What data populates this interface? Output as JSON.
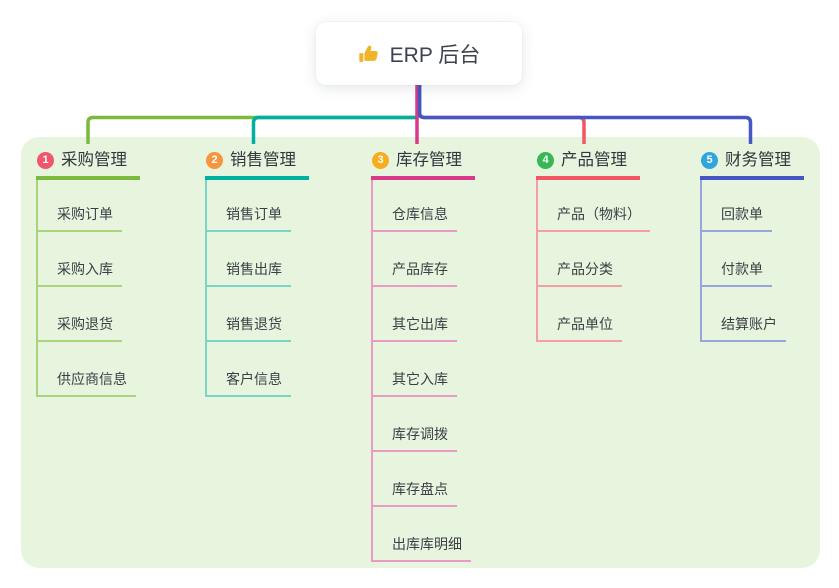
{
  "title": {
    "icon": "thumbs-up",
    "label": "ERP 后台"
  },
  "theme": {
    "page_bg": "#ffffff",
    "panel_bg": "#e7f5df",
    "root_text": "#3d4150",
    "header_text": "#34363e",
    "child_text": "#3d3e45",
    "icon_color": "#f0b428"
  },
  "branches": [
    {
      "badge": "1",
      "badge_color": "#f1566d",
      "label": "采购管理",
      "line_color": "#7cba3d",
      "child_line_color": "#a9d47b",
      "children": [
        "采购订单",
        "采购入库",
        "采购退货",
        "供应商信息"
      ]
    },
    {
      "badge": "2",
      "badge_color": "#f79440",
      "label": "销售管理",
      "line_color": "#00b0a0",
      "child_line_color": "#7cd3c8",
      "children": [
        "销售订单",
        "销售出库",
        "销售退货",
        "客户信息"
      ]
    },
    {
      "badge": "3",
      "badge_color": "#f6ad1e",
      "label": "库存管理",
      "line_color": "#d9398b",
      "child_line_color": "#eb9ac4",
      "children": [
        "仓库信息",
        "产品库存",
        "其它出库",
        "其它入库",
        "库存调拨",
        "库存盘点",
        "出库库明细"
      ]
    },
    {
      "badge": "4",
      "badge_color": "#36b854",
      "label": "产品管理",
      "line_color": "#f25663",
      "child_line_color": "#f79da4",
      "children": [
        "产品（物料）",
        "产品分类",
        "产品单位"
      ]
    },
    {
      "badge": "5",
      "badge_color": "#2fa5dc",
      "label": "财务管理",
      "line_color": "#4457c3",
      "child_line_color": "#97a5de",
      "children": [
        "回款单",
        "付款单",
        "结算账户"
      ]
    }
  ]
}
